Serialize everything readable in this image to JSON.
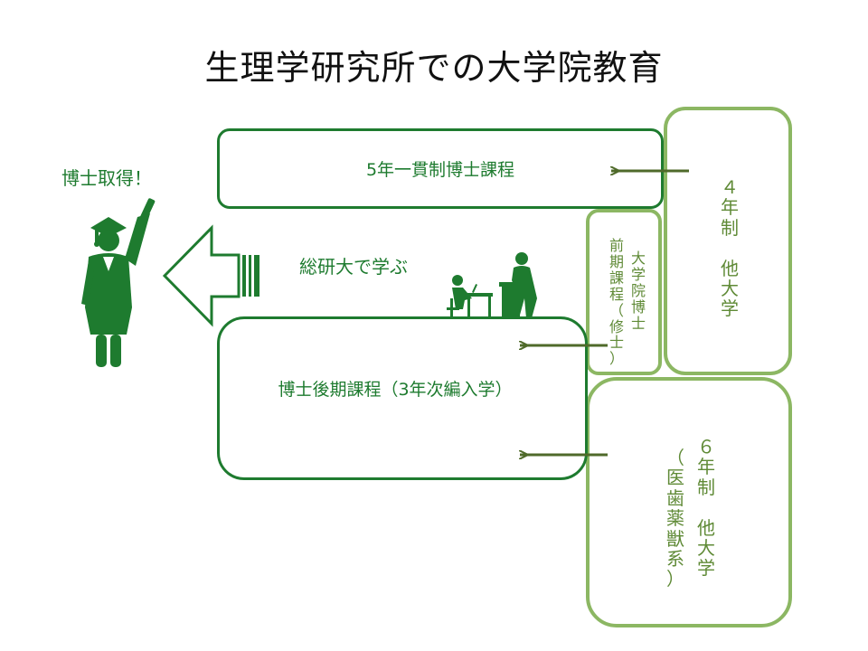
{
  "title": "生理学研究所での大学院教育",
  "degree": "博士取得！",
  "study_label": "総研大で学ぶ",
  "programs": {
    "five_year": "5年一貫制博士課程",
    "doctoral_later": "博士後期課程（3年次編入学）"
  },
  "sources": {
    "four_year": [
      "４",
      "年",
      "制",
      "",
      "他",
      "大",
      "学"
    ],
    "masters_col1": [
      "大",
      "学",
      "院",
      "博",
      "士"
    ],
    "masters_col2": [
      "前",
      "期",
      "課",
      "程",
      "（",
      "修",
      "士",
      "）"
    ],
    "six_year_col1": [
      "６",
      "年",
      "制",
      "",
      "他",
      "大",
      "学"
    ],
    "six_year_col2": [
      "（",
      "医",
      "歯",
      "薬",
      "獣",
      "系",
      "）"
    ]
  },
  "colors": {
    "dark_green": "#1e7b2f",
    "light_green": "#8cb763",
    "arrow": "#4f6a2a"
  }
}
